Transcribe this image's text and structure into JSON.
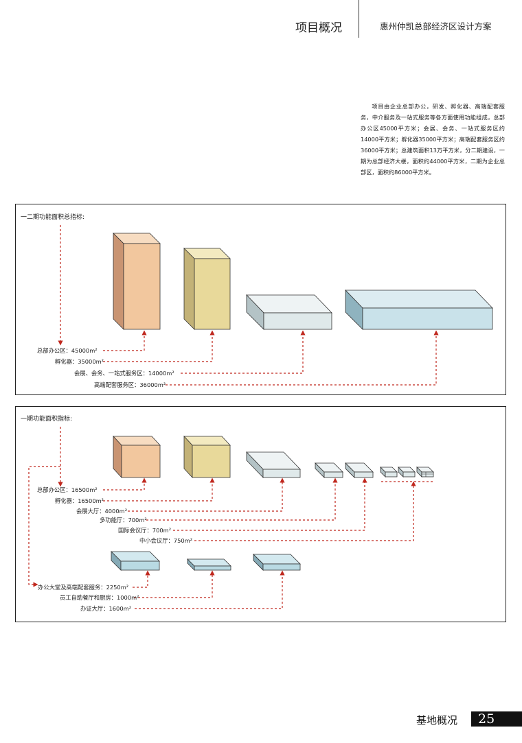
{
  "header": {
    "section_title": "项目概况",
    "project_title": "惠州仲凯总部经济区设计方案"
  },
  "intro_text": "项目由企业总部办公，研发、孵化器、高端配套服务，中介服务及一站式服务等各方面使用功能组成，总部办公区45000平方米；会展、会务、一站式服务区约14000平方米；孵化器35000平方米；高端配套服务区约36000平方米；总建筑面积13万平方米，分二期建设，一期为总部经济大楼，面积约44000平方米，二期为企业总部区，面积约86000平方米。",
  "panel1": {
    "title": "一二期功能面积总指标:",
    "labels": [
      {
        "name": "总部办公区：",
        "value": "45000m²"
      },
      {
        "name": "孵化器：",
        "value": "35000m²"
      },
      {
        "name": "会展、会务、一站式服务区：",
        "value": "14000m²"
      },
      {
        "name": "高端配套服务区：",
        "value": "36000m²"
      }
    ]
  },
  "panel2": {
    "title": "一期功能面积指标:",
    "labels": [
      {
        "name": "总部办公区：",
        "value": "16500m²"
      },
      {
        "name": "孵化器：",
        "value": "16500m²"
      },
      {
        "name": "会展大厅：",
        "value": "4000m²"
      },
      {
        "name": "多功能厅：",
        "value": "700m²"
      },
      {
        "name": "国际会议厅：",
        "value": "700m²"
      },
      {
        "name": "中小会议厅：",
        "value": "750m²"
      },
      {
        "name": "办公大堂及高端配套服务：",
        "value": "2250m²"
      },
      {
        "name": "员工自助餐厅和厨房：",
        "value": "1000m²"
      },
      {
        "name": "办证大厅：",
        "value": "1600m²"
      }
    ]
  },
  "colors": {
    "arrow": "#c0281e",
    "office_block": "#f2c79e",
    "incubator_block": "#e8d99a",
    "exhibition_block": "#dfe9ea",
    "service_block": "#c9e2ea",
    "small_service_block": "#b9dae3"
  },
  "footer": {
    "section": "基地概况",
    "page_number": "25"
  }
}
